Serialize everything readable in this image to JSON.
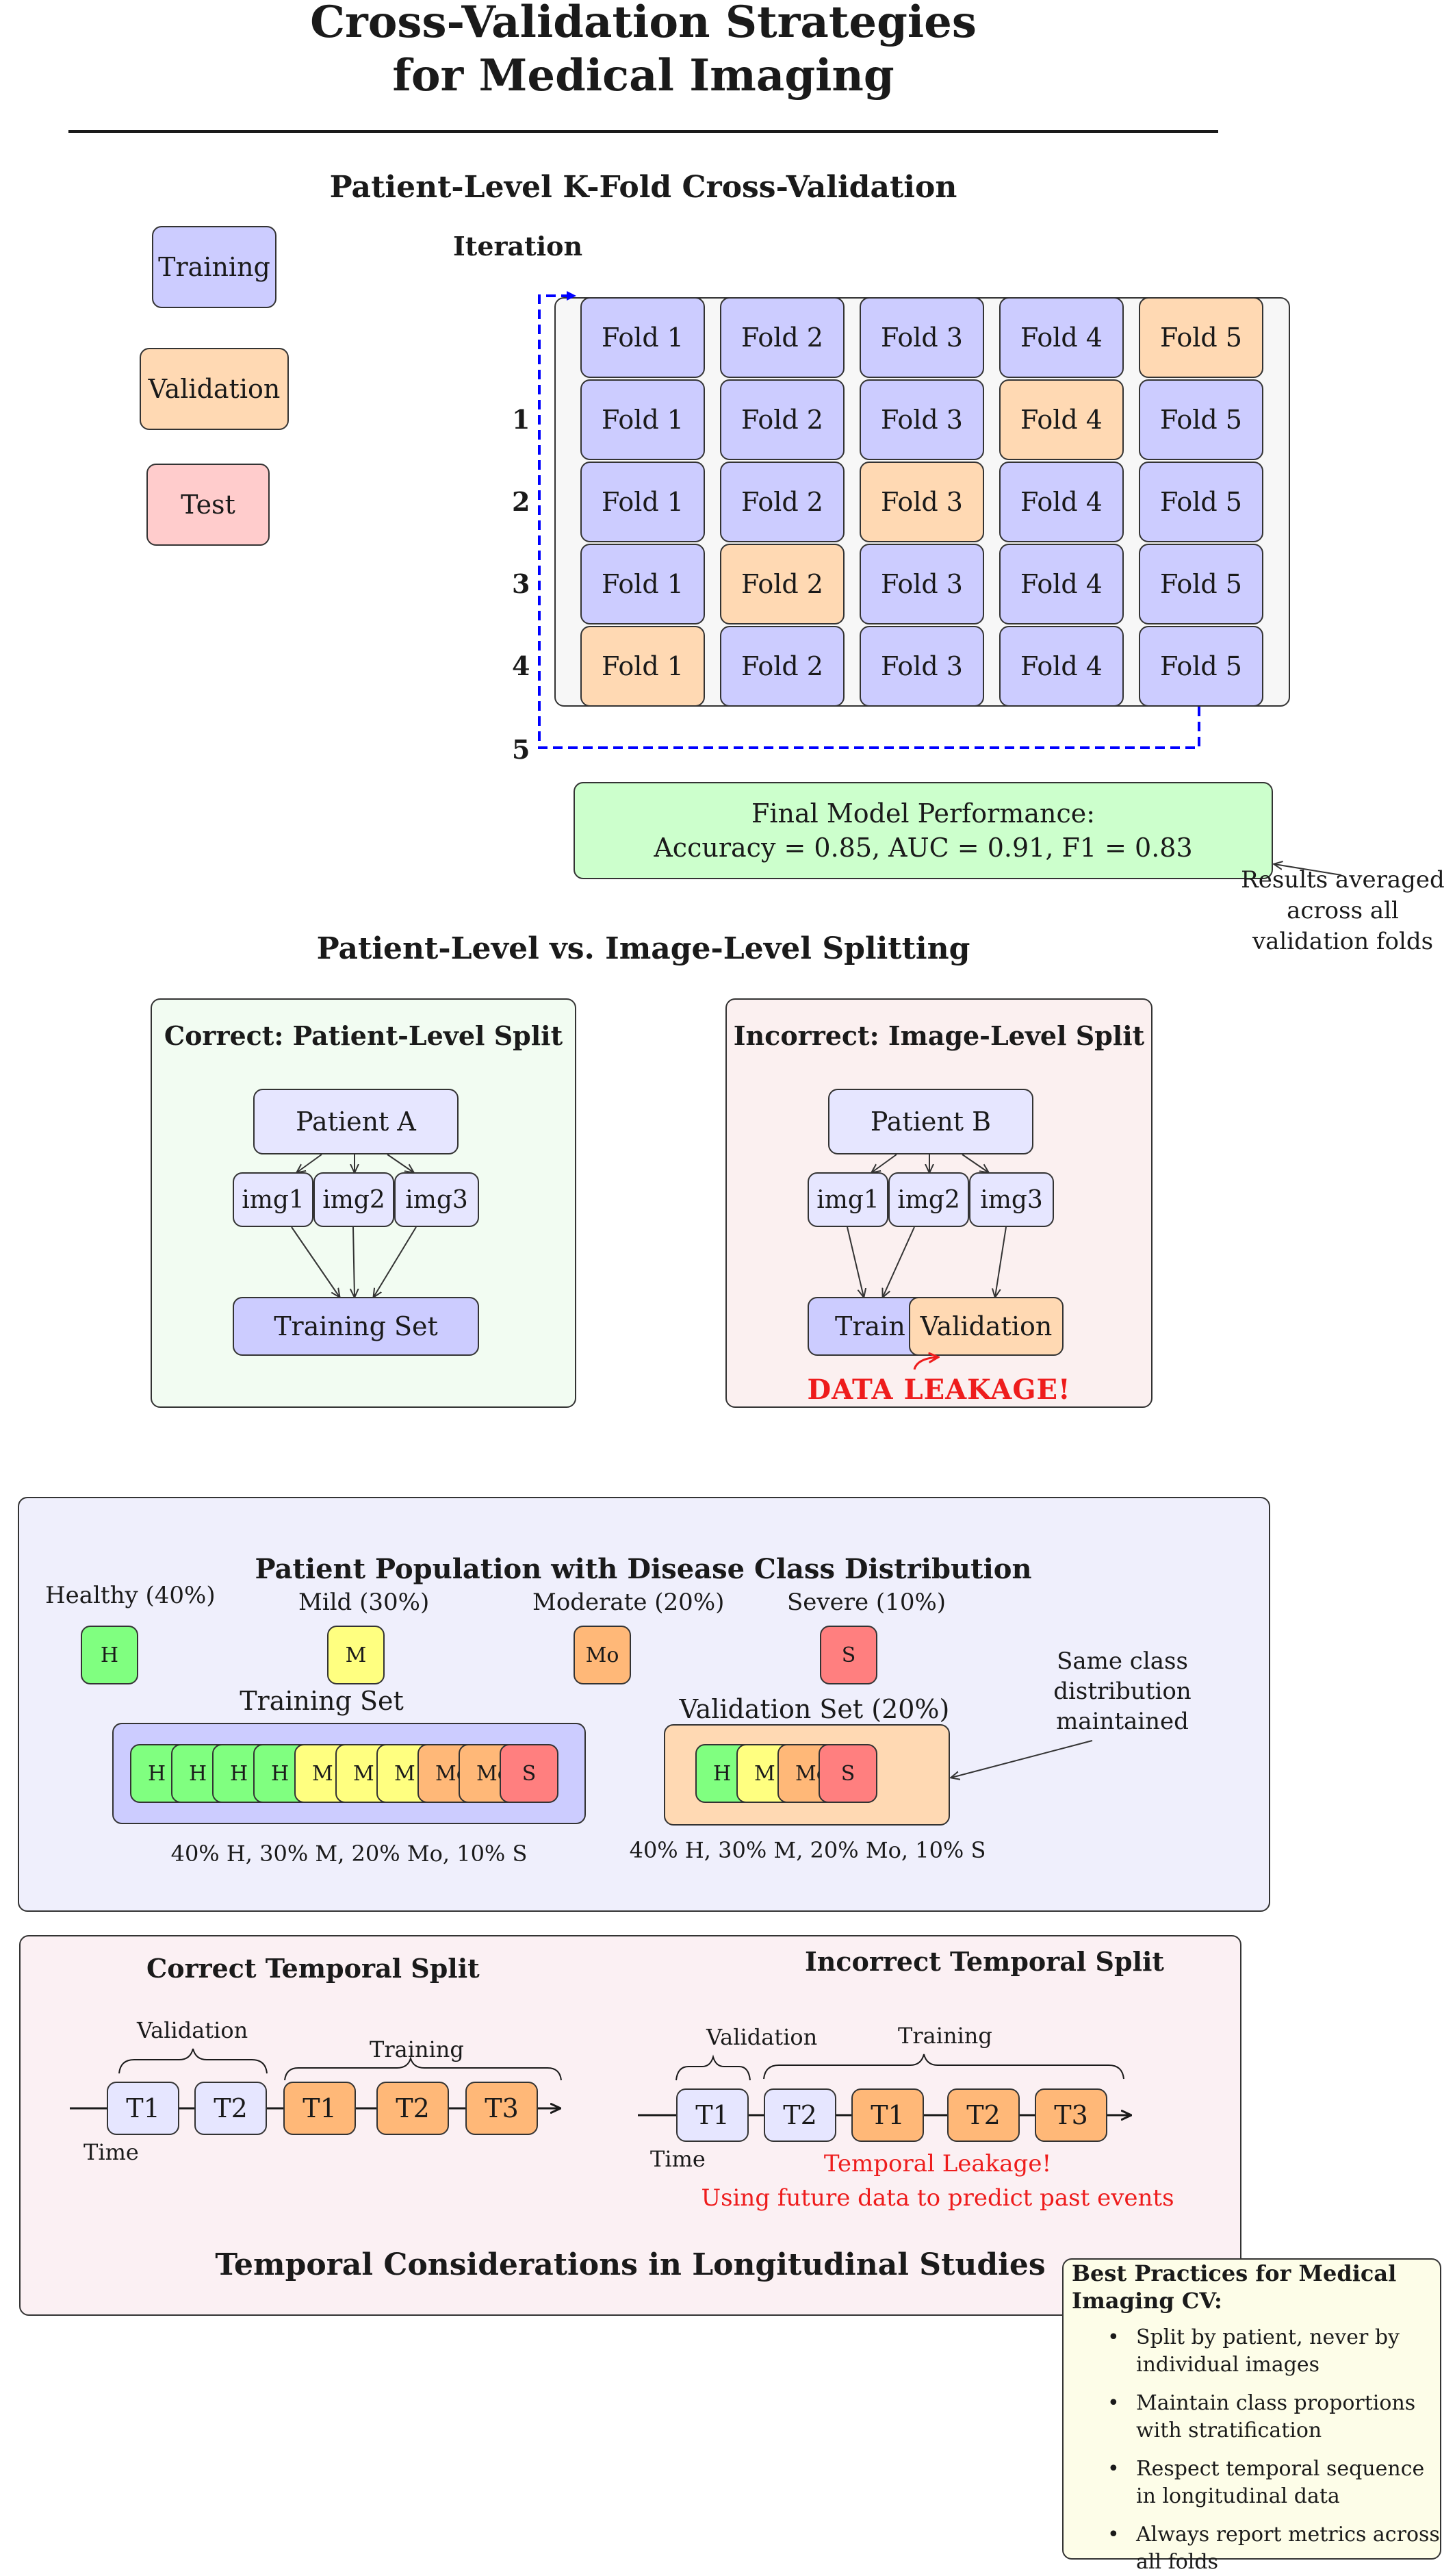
{
  "title": {
    "line1": "Cross-Validation Strategies",
    "line2": "for Medical Imaging"
  },
  "kfold": {
    "heading": "Patient-Level K-Fold Cross-Validation",
    "iteration_label": "Iteration",
    "legend": {
      "training": "Training",
      "validation": "Validation",
      "test": "Test"
    },
    "row_numbers": [
      "1",
      "2",
      "3",
      "4",
      "5"
    ],
    "folds": [
      "Fold 1",
      "Fold 2",
      "Fold 3",
      "Fold 4",
      "Fold 5"
    ],
    "validation_fold_per_row": [
      5,
      4,
      3,
      2,
      1
    ],
    "performance": {
      "line1": "Final Model Performance:",
      "line2": "Accuracy = 0.85, AUC = 0.91, F1 = 0.83"
    },
    "averaged_note": [
      "Results averaged",
      "across all",
      "validation folds"
    ]
  },
  "splitting": {
    "heading": "Patient-Level vs.  Image-Level Splitting",
    "correct": {
      "title": "Correct:  Patient-Level Split",
      "patient": "Patient A",
      "images": [
        "img1",
        "img2",
        "img3"
      ],
      "set": "Training Set"
    },
    "incorrect": {
      "title": "Incorrect:  Image-Level Split",
      "patient": "Patient B",
      "images": [
        "img1",
        "img2",
        "img3"
      ],
      "train": "Train",
      "validation": "Validation",
      "warning": "DATA LEAKAGE!"
    }
  },
  "stratified": {
    "heading": "Patient Population with Disease Class Distribution",
    "classes": [
      {
        "label": "Healthy (40%)",
        "abbr": "H",
        "color": "#80ff80"
      },
      {
        "label": "Mild (30%)",
        "abbr": "M",
        "color": "#ffff80"
      },
      {
        "label": "Moderate (20%)",
        "abbr": "Mo",
        "color": "#ffb878"
      },
      {
        "label": "Severe (10%)",
        "abbr": "S",
        "color": "#ff7f7f"
      }
    ],
    "training_label": "Training Set",
    "training_items": [
      "H",
      "H",
      "H",
      "H",
      "M",
      "M",
      "M",
      "Mo",
      "Mo",
      "S"
    ],
    "training_caption": "40% H, 30% M, 20% Mo, 10% S",
    "validation_label": "Validation Set (20%)",
    "validation_items": [
      "H",
      "M",
      "Mo",
      "S"
    ],
    "validation_caption": "40% H, 30% M, 20% Mo, 10% S",
    "note": [
      "Same class",
      "distribution",
      "maintained"
    ]
  },
  "temporal": {
    "heading": "Temporal Considerations in Longitudinal Studies",
    "correct": {
      "title": "Correct Temporal Split",
      "validation_label": "Validation",
      "training_label": "Training",
      "val_items": [
        "T1",
        "T2"
      ],
      "train_items": [
        "T1",
        "T2",
        "T3"
      ],
      "time_label": "Time"
    },
    "incorrect": {
      "title": "Incorrect Temporal Split",
      "validation_label": "Validation",
      "training_label": "Training",
      "val_items": [
        "T1"
      ],
      "train_items": [
        "T2",
        "T1",
        "T2",
        "T3"
      ],
      "time_label": "Time",
      "warning1": "Temporal Leakage!",
      "warning2": "Using future data to predict past events"
    }
  },
  "best_practices": {
    "title1": "Best Practices for Medical",
    "title2": "Imaging CV:",
    "items": [
      [
        "Split by patient, never by",
        "individual images"
      ],
      [
        "Maintain class proportions",
        "with stratification"
      ],
      [
        "Respect temporal sequence",
        "in longitudinal data"
      ],
      [
        "Always report metrics across",
        "all folds"
      ]
    ]
  },
  "colors": {
    "training": "#ccccff",
    "validation": "#ffd9b3",
    "test": "#ffcccc",
    "performance": "#ccffcc",
    "leak": "#ee1c1c",
    "arrow_blue": "#0000ff"
  }
}
